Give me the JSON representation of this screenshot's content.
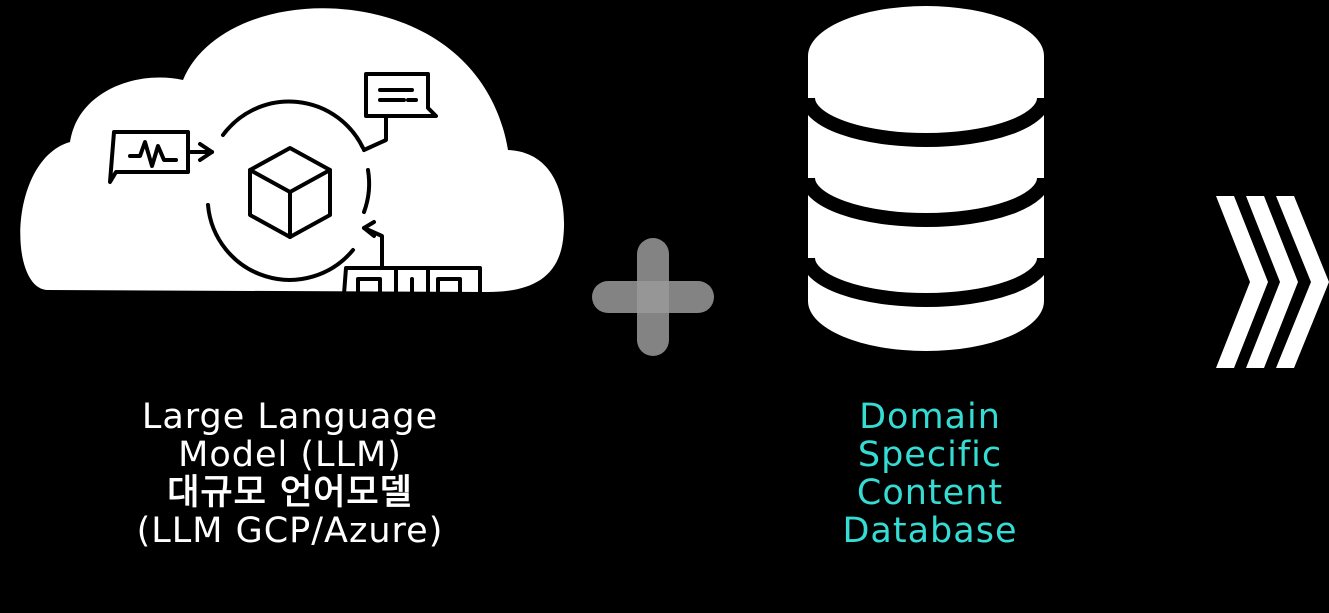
{
  "llm": {
    "icon": "cloud-llm-icon",
    "label_lines": [
      "Large Language",
      "Model (LLM)",
      "대규모 언어모델",
      "(LLM GCP/Azure)"
    ]
  },
  "operator": {
    "icon": "plus-icon"
  },
  "database": {
    "icon": "database-icon",
    "label_lines": [
      "Domain",
      "Specific",
      "Content",
      "Database"
    ]
  },
  "arrow": {
    "icon": "chevrons-right-icon"
  },
  "colors": {
    "background": "#000000",
    "text": "#ffffff",
    "accent": "#35dcd4",
    "plus": "#9a9a9a"
  }
}
